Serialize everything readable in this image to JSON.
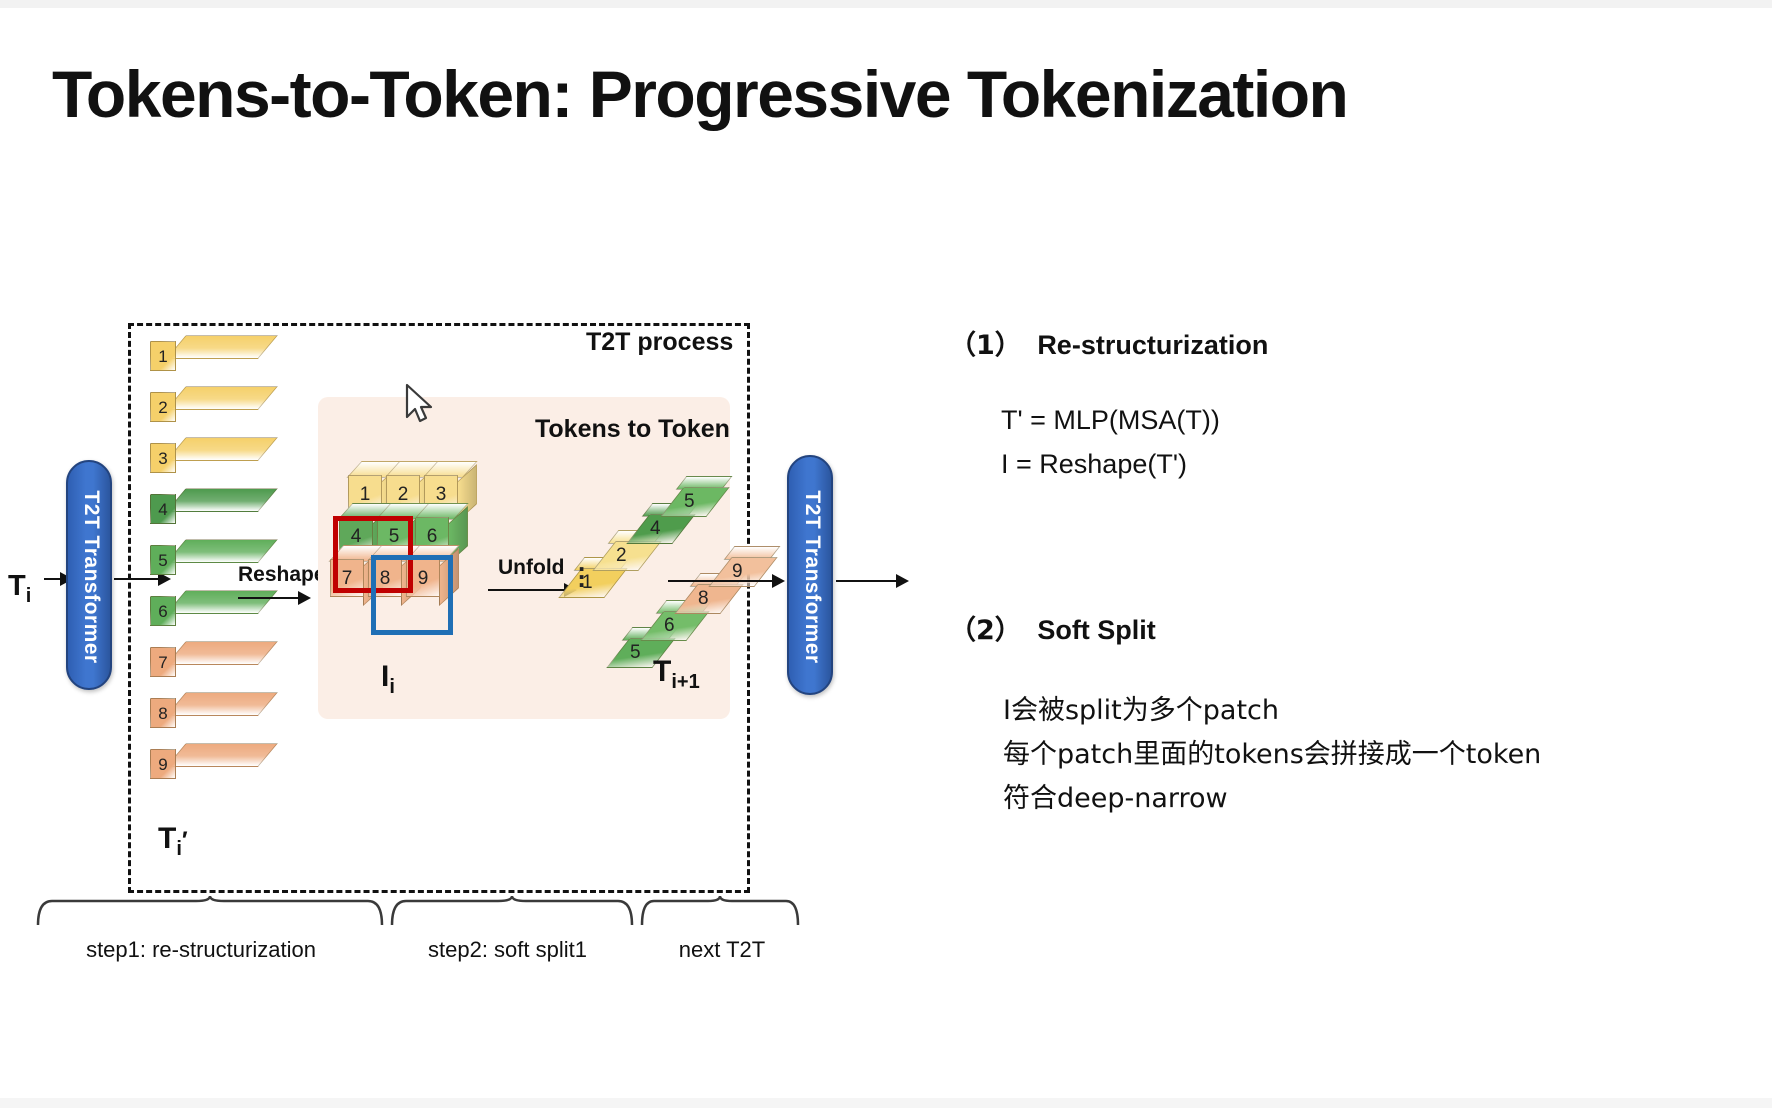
{
  "slide": {
    "title": "Tokens-to-Token: Progressive Tokenization",
    "background_color": "#ffffff"
  },
  "diagram": {
    "outer_box_label": "T2T process",
    "input_label": "T",
    "input_label_sub": "i",
    "transformer_left_label": "T2T Transformer",
    "transformer_right_label": "T2T Transformer",
    "reshape_label": "Reshape",
    "unfold_label": "Unfold",
    "pink_panel_title": "Tokens to Token",
    "tokens_column_label": "T",
    "tokens_column_label_sub": "i",
    "tokens_column_label_prime": "′",
    "tokens_column_values": [
      "1",
      "2",
      "3",
      "4",
      "5",
      "6",
      "7",
      "8",
      "9"
    ],
    "tokens_column_colors": [
      "#f5d06a",
      "#f5d06a",
      "#f5d06a",
      "#4e9a4e",
      "#5fae5a",
      "#5fae5a",
      "#edaa7e",
      "#edaa7e",
      "#edaa7e"
    ],
    "grid_label": "I",
    "grid_label_sub": "i",
    "grid_values": [
      [
        "1",
        "2",
        "3"
      ],
      [
        "4",
        "5",
        "6"
      ],
      [
        "7",
        "8",
        "9"
      ]
    ],
    "grid_colors": [
      [
        "#f7dd8e",
        "#f7dd8e",
        "#f7dd8e"
      ],
      [
        "#5fa85a",
        "#6cb864",
        "#6cb864"
      ],
      [
        "#f0b48c",
        "#f0b48c",
        "#f0b48c"
      ]
    ],
    "selection_red_color": "#c00000",
    "selection_blue_color": "#1f6fb5",
    "output_label": "T",
    "output_label_sub": "i+1",
    "output_strip_top": [
      "1",
      "2",
      "4",
      "5"
    ],
    "output_strip_bottom": [
      "5",
      "6",
      "8",
      "9"
    ],
    "ellipsis": "⋮",
    "braces": [
      {
        "label": "step1: re-structurization"
      },
      {
        "label": "step2: soft split1"
      },
      {
        "label": "next T2T"
      }
    ]
  },
  "notes": {
    "section1": {
      "number": "（1）",
      "heading": "Re-structurization",
      "lines": [
        "T' = MLP(MSA(T))",
        "I = Reshape(T')"
      ]
    },
    "section2": {
      "number": "（2）",
      "heading": "Soft Split",
      "lines": [
        "I会被split为多个patch",
        "每个patch里面的tokens会拼接成一个token",
        "符合deep-narrow"
      ]
    }
  },
  "cursor": {
    "icon": "mouse-pointer"
  }
}
